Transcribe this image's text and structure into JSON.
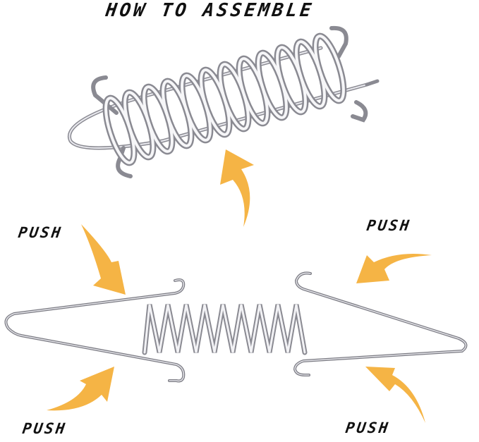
{
  "title": "HOW TO ASSEMBLE",
  "labels": {
    "top_left": "PUSH",
    "top_right": "PUSH",
    "bottom_left": "PUSH",
    "bottom_right": "PUSH"
  },
  "colors": {
    "arrow": "#F5B445",
    "metal_light": "#E8E8EC",
    "metal_dark": "#8A8A92",
    "text": "#111111",
    "background": "#FFFFFF"
  },
  "illustrations": {
    "assembled_spring": "assembled-spring-with-hooks",
    "loose_spring": "compression-spring",
    "left_hook": "v-shaped-wire-hook-left",
    "right_hook": "v-shaped-wire-hook-right"
  },
  "arrows": [
    "curved-arrow-up",
    "curved-arrow-down-right",
    "curved-arrow-left",
    "curved-arrow-up-right",
    "curved-arrow-up-left"
  ]
}
